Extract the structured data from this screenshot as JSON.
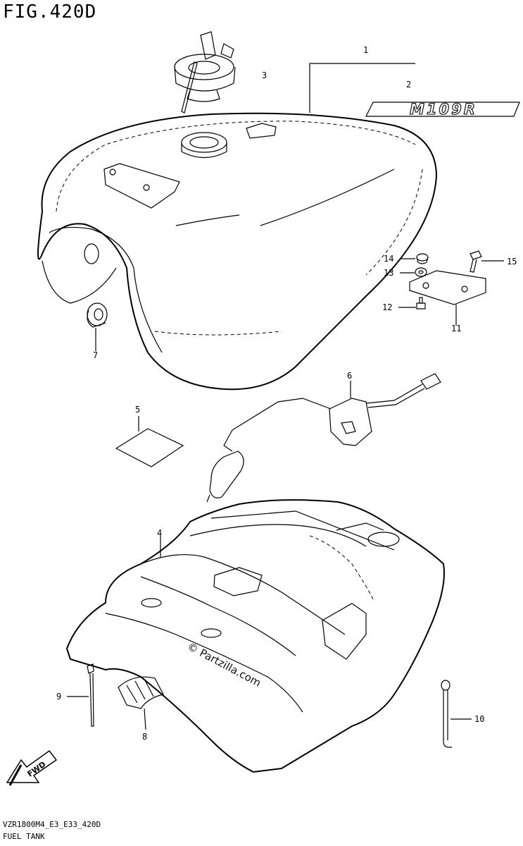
{
  "figure_title": "FIG.420D",
  "badge_text": "M109R",
  "watermark": "© Partzilla.com",
  "fwd_label": "FWD",
  "model_code": "VZR1800M4_E3_E33_420D",
  "section_name": "FUEL TANK",
  "callouts": {
    "c1": "1",
    "c2": "2",
    "c3": "3",
    "c4": "4",
    "c5": "5",
    "c6": "6",
    "c7": "7",
    "c8": "8",
    "c9": "9",
    "c10": "10",
    "c11": "11",
    "c12": "12",
    "c13": "13",
    "c14": "14",
    "c15": "15"
  }
}
